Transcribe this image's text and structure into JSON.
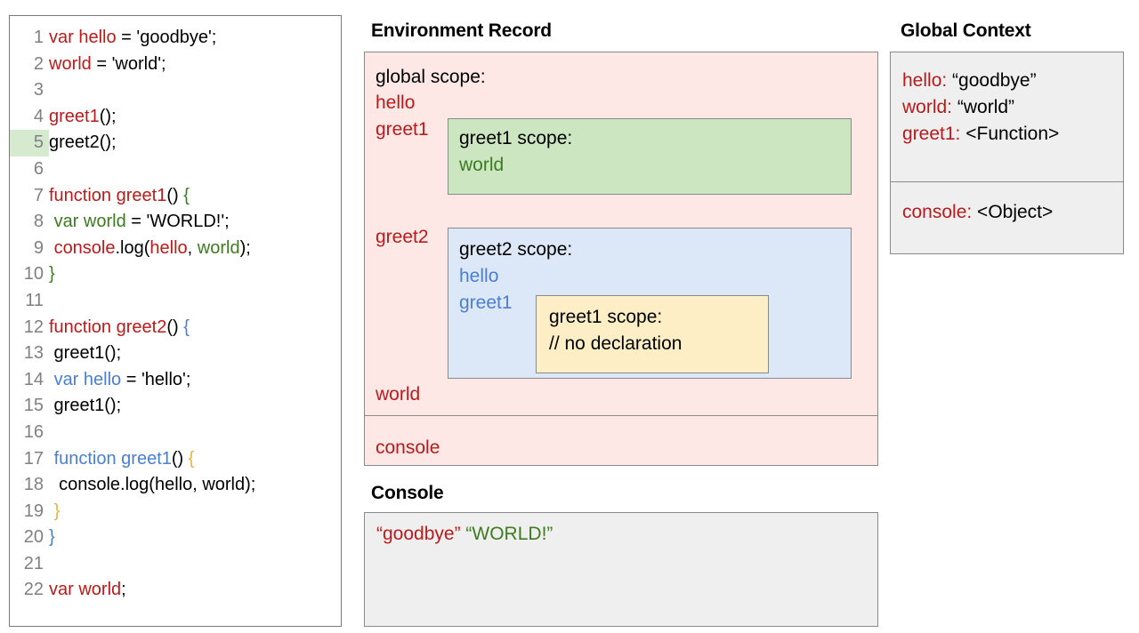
{
  "code_panel": {
    "lines": [
      {
        "n": "1",
        "highlight": false,
        "tokens": [
          {
            "t": "var hello",
            "c": "red"
          },
          {
            "t": " = 'goodbye';",
            "c": "black"
          }
        ]
      },
      {
        "n": "2",
        "highlight": false,
        "tokens": [
          {
            "t": "world",
            "c": "red"
          },
          {
            "t": " = 'world';",
            "c": "black"
          }
        ]
      },
      {
        "n": "3",
        "highlight": false,
        "tokens": []
      },
      {
        "n": "4",
        "highlight": false,
        "tokens": [
          {
            "t": "greet1",
            "c": "red"
          },
          {
            "t": "();",
            "c": "black"
          }
        ]
      },
      {
        "n": "5",
        "highlight": true,
        "tokens": [
          {
            "t": "greet2();",
            "c": "black"
          }
        ]
      },
      {
        "n": "6",
        "highlight": false,
        "tokens": []
      },
      {
        "n": "7",
        "highlight": false,
        "tokens": [
          {
            "t": "function greet1",
            "c": "red"
          },
          {
            "t": "() ",
            "c": "black"
          },
          {
            "t": "{",
            "c": "green"
          }
        ]
      },
      {
        "n": "8",
        "highlight": false,
        "tokens": [
          {
            "t": " ",
            "c": "black"
          },
          {
            "t": "var world",
            "c": "green"
          },
          {
            "t": " = 'WORLD!';",
            "c": "black"
          }
        ]
      },
      {
        "n": "9",
        "highlight": false,
        "tokens": [
          {
            "t": " ",
            "c": "black"
          },
          {
            "t": "console",
            "c": "red"
          },
          {
            "t": ".log(",
            "c": "black"
          },
          {
            "t": "hello",
            "c": "red"
          },
          {
            "t": ", ",
            "c": "black"
          },
          {
            "t": "world",
            "c": "green"
          },
          {
            "t": ");",
            "c": "black"
          }
        ]
      },
      {
        "n": "10",
        "highlight": false,
        "tokens": [
          {
            "t": "}",
            "c": "green"
          }
        ]
      },
      {
        "n": "11",
        "highlight": false,
        "tokens": []
      },
      {
        "n": "12",
        "highlight": false,
        "tokens": [
          {
            "t": "function greet2",
            "c": "red"
          },
          {
            "t": "() ",
            "c": "black"
          },
          {
            "t": "{",
            "c": "blue"
          }
        ]
      },
      {
        "n": "13",
        "highlight": false,
        "tokens": [
          {
            "t": " greet1();",
            "c": "black"
          }
        ]
      },
      {
        "n": "14",
        "highlight": false,
        "tokens": [
          {
            "t": " ",
            "c": "black"
          },
          {
            "t": "var hello",
            "c": "blue"
          },
          {
            "t": " = 'hello';",
            "c": "black"
          }
        ]
      },
      {
        "n": "15",
        "highlight": false,
        "tokens": [
          {
            "t": " greet1();",
            "c": "black"
          }
        ]
      },
      {
        "n": "16",
        "highlight": false,
        "tokens": []
      },
      {
        "n": "17",
        "highlight": false,
        "tokens": [
          {
            "t": " ",
            "c": "black"
          },
          {
            "t": "function greet1",
            "c": "blue"
          },
          {
            "t": "() ",
            "c": "black"
          },
          {
            "t": "{",
            "c": "orange"
          }
        ]
      },
      {
        "n": "18",
        "highlight": false,
        "tokens": [
          {
            "t": "  console.log(hello, world);",
            "c": "black"
          }
        ]
      },
      {
        "n": "19",
        "highlight": false,
        "tokens": [
          {
            "t": " ",
            "c": "black"
          },
          {
            "t": "}",
            "c": "orange"
          }
        ]
      },
      {
        "n": "20",
        "highlight": false,
        "tokens": [
          {
            "t": "}",
            "c": "blue"
          }
        ]
      },
      {
        "n": "21",
        "highlight": false,
        "tokens": []
      },
      {
        "n": "22",
        "highlight": false,
        "tokens": [
          {
            "t": "var world",
            "c": "red"
          },
          {
            "t": ";",
            "c": "black"
          }
        ]
      }
    ]
  },
  "environment_record": {
    "title": "Environment Record",
    "global_scope": {
      "heading": "global scope:",
      "binding_hello": "hello",
      "binding_greet1": "greet1",
      "binding_greet2": "greet2",
      "binding_world": "world"
    },
    "greet1_scope": {
      "heading": "greet1 scope:",
      "binding_world": "world"
    },
    "greet2_scope": {
      "heading": "greet2 scope:",
      "binding_hello": "hello",
      "binding_greet1": "greet1"
    },
    "greet1_nested_scope": {
      "heading": "greet1 scope:",
      "note": "// no declaration"
    },
    "console_binding": "console"
  },
  "console_panel": {
    "title": "Console",
    "output": [
      {
        "text": "“goodbye”",
        "color": "red"
      },
      {
        "text": " ",
        "color": "black"
      },
      {
        "text": "“WORLD!”",
        "color": "green"
      }
    ]
  },
  "global_context": {
    "title": "Global Context",
    "variables": [
      {
        "key": "hello:",
        "value": " “goodbye”"
      },
      {
        "key": "world:",
        "value": " “world”"
      },
      {
        "key": "greet1:",
        "value": " <Function>"
      }
    ],
    "objects": [
      {
        "key": "console:",
        "value": " <Object>"
      }
    ]
  },
  "colors": {
    "red": "#b81b1b",
    "green": "#3d7a22",
    "blue": "#4a7fd0",
    "orange": "#e8b44a",
    "pink_panel": "#fde8e6",
    "green_box": "#cbe6c0",
    "blue_box": "#dce7f7",
    "yellow_box": "#fdeec6",
    "gray_box": "#efefef",
    "line_highlight": "#d6ead0"
  }
}
